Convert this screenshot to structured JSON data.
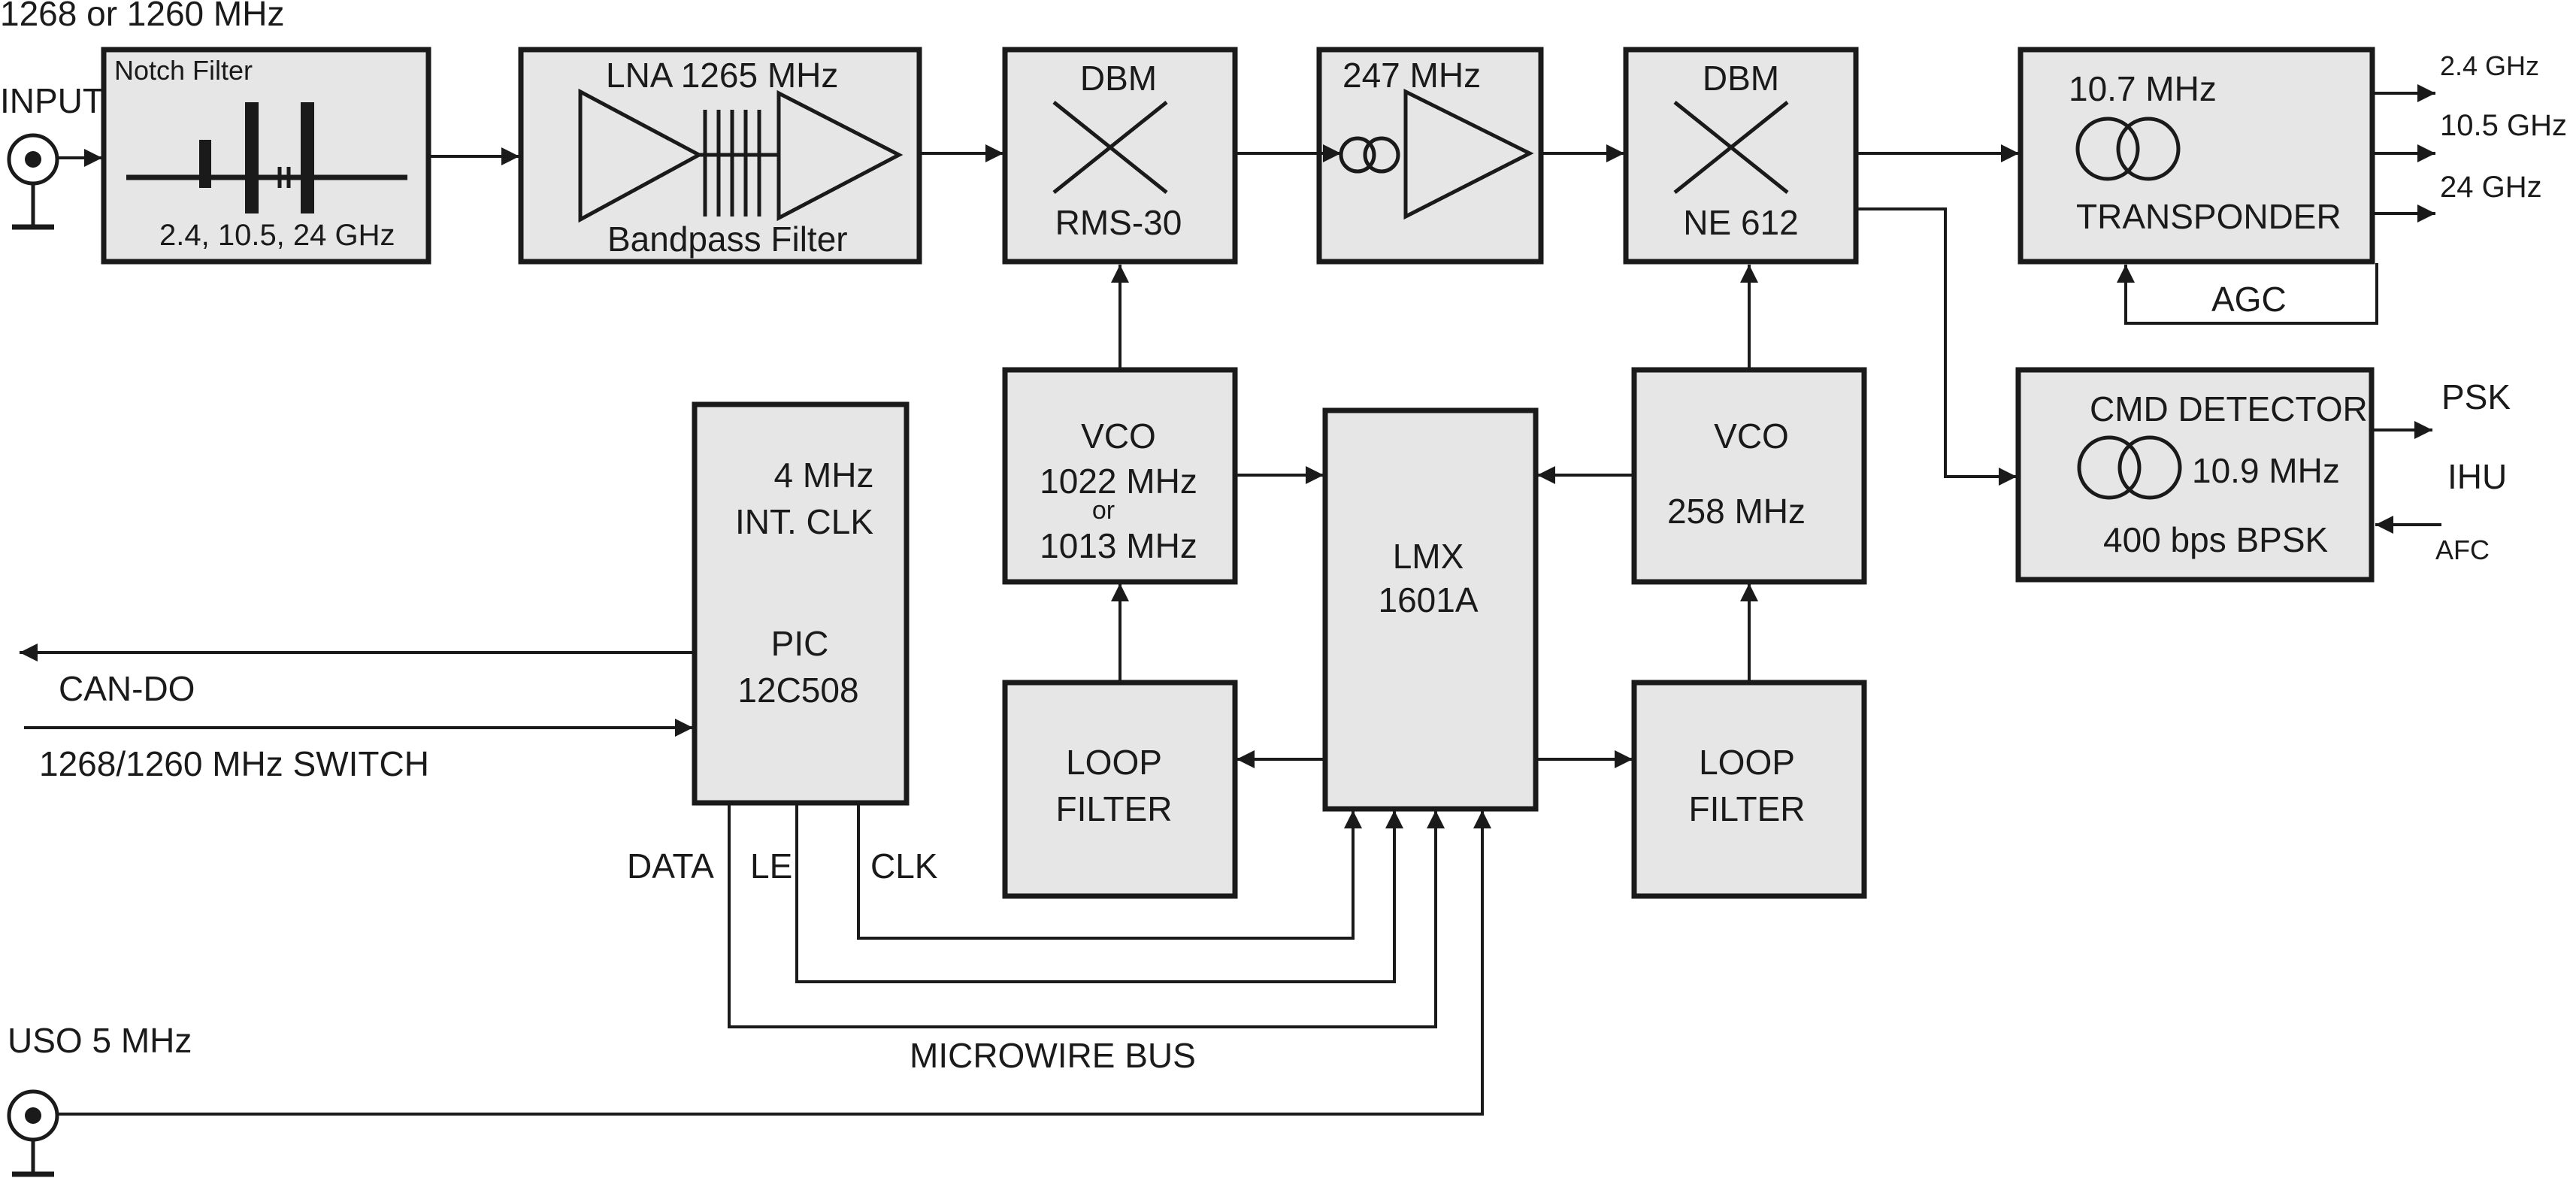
{
  "labels": {
    "input_freq": "1268 or 1260 MHz",
    "input": "INPUT",
    "notch_title": "Notch Filter",
    "notch_bands": "2.4, 10.5, 24 GHz",
    "lna_title": "LNA  1265 MHz",
    "lna_sub": "Bandpass Filter",
    "dbm1_top": "DBM",
    "dbm1_bottom": "RMS-30",
    "if_freq": "247 MHz",
    "dbm2_top": "DBM",
    "dbm2_bottom": "NE 612",
    "transponder_freq": "10.7 MHz",
    "transponder": "TRANSPONDER",
    "out_1": "2.4 GHz",
    "out_2": "10.5 GHz",
    "out_3": "24 GHz",
    "agc": "AGC",
    "cmd_title": "CMD DETECTOR",
    "cmd_freq": "10.9 MHz",
    "cmd_rate": "400 bps BPSK",
    "psk": "PSK",
    "ihu": "IHU",
    "afc": "AFC",
    "vco1_title": "VCO",
    "vco1_f1": "1022 MHz",
    "vco1_or": "or",
    "vco1_f2": "1013 MHz",
    "vco2_title": "VCO",
    "vco2_freq": "258 MHz",
    "lmx_1": "LMX",
    "lmx_2": "1601A",
    "loop1_1": "LOOP",
    "loop1_2": "FILTER",
    "loop2_1": "LOOP",
    "loop2_2": "FILTER",
    "pic_clk1": "4 MHz",
    "pic_clk2": "INT. CLK",
    "pic_1": "PIC",
    "pic_2": "12C508",
    "can_do": "CAN-DO",
    "switch": "1268/1260 MHz SWITCH",
    "data": "DATA",
    "le": "LE",
    "clk": "CLK",
    "microwire": "MICROWIRE BUS",
    "uso": "USO 5 MHz"
  }
}
